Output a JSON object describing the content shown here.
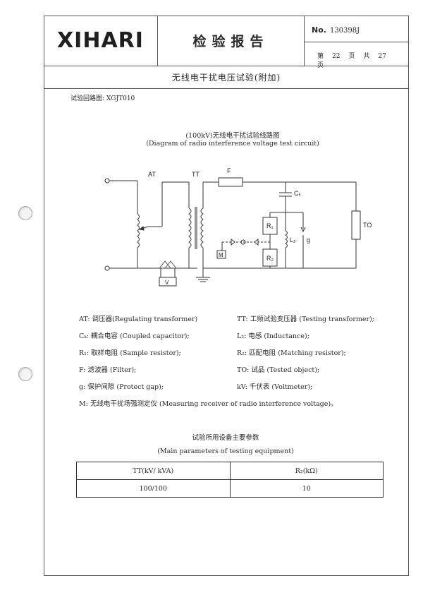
{
  "header": {
    "logo": "XIHARI",
    "doc_title": "检验报告",
    "no_label": "No.",
    "no_value": "130398J",
    "page_label_1": "第",
    "page_current": "22",
    "page_label_2": "页",
    "page_label_3": "共",
    "page_total": "27",
    "page_label_4": "页"
  },
  "subtitle": "无线电干扰电压试验(附加)",
  "circuit_label": "试验回路图: XGJT010",
  "diagram": {
    "title_cn": "(100kV)无线电干扰试验线路图",
    "title_en": "(Diagram of radio interference voltage test circuit)",
    "labels": {
      "at": "AT",
      "tt": "TT",
      "f": "F",
      "ck": "Cₖ",
      "r1": "R₁",
      "r2": "R₂",
      "l2": "L₂",
      "g": "g",
      "to": "TO",
      "m": "M",
      "v": "V"
    }
  },
  "legend": {
    "at": "AT: 调压器(Regulating transformer)",
    "tt": "TT: 工频试验变压器 (Testing transformer);",
    "ck": "Cₖ: 耦合电容 (Coupled capacitor);",
    "l2": "L₂: 电感 (Inductance);",
    "r1": "R₁: 取样电阻 (Sample resistor);",
    "r2": "R₂: 匹配电阻 (Matching resistor);",
    "f": "F: 滤波器 (Filter);",
    "to": "TO: 试品 (Tested object);",
    "g": "g: 保护间隙 (Protect gap);",
    "kv": "kV: 千伏表 (Voltmeter);",
    "m": "M: 无线电干扰场强测定仪 (Measuring receiver of radio interference voltage)。"
  },
  "params": {
    "title_cn": "试验所用设备主要参数",
    "title_en": "(Main parameters of testing equipment)",
    "headers": [
      "TT(kV/ kVA)",
      "R₂(kΩ)"
    ],
    "rows": [
      [
        "100/100",
        "10"
      ]
    ]
  }
}
